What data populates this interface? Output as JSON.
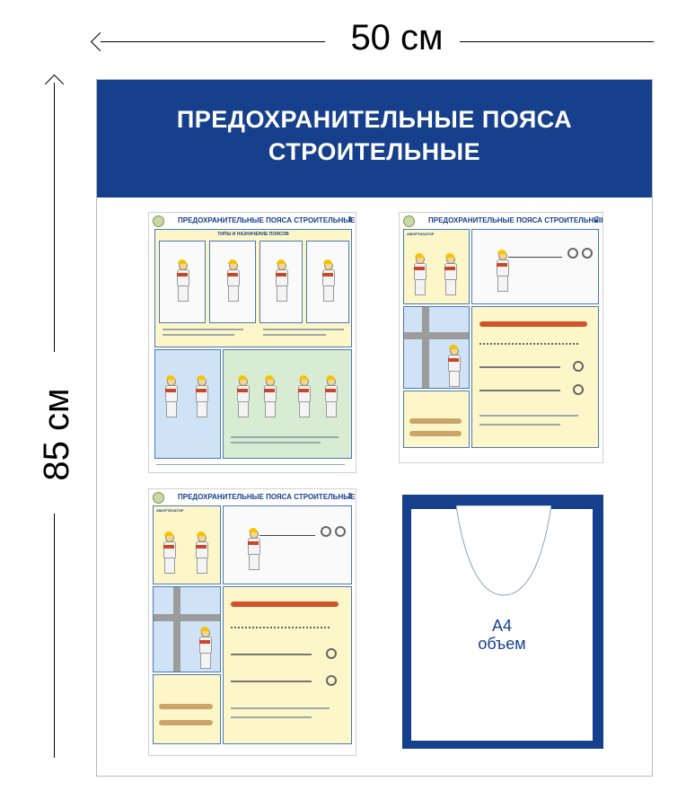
{
  "dimensions": {
    "width_label": "50 см",
    "height_label": "85 см"
  },
  "stand": {
    "title_line1": "ПРЕДОХРАНИТЕЛЬНЫЕ ПОЯСА",
    "title_line2": "СТРОИТЕЛЬНЫЕ",
    "header_color": "#16408b"
  },
  "posters": [
    {
      "title": "ПРЕДОХРАНИТЕЛЬНЫЕ ПОЯСА СТРОИТЕЛЬНЫЕ",
      "number": "1",
      "section": "ТИПЫ И НАЗНАЧЕНИЕ ПОЯСОВ"
    },
    {
      "title": "ПРЕДОХРАНИТЕЛЬНЫЕ ПОЯСА СТРОИТЕЛЬНЫЕ",
      "number": "2",
      "section": "АМОРТИЗАТОР"
    },
    {
      "title": "ПРЕДОХРАНИТЕЛЬНЫЕ ПОЯСА СТРОИТЕЛЬНЫЕ",
      "number": "2",
      "section": "АМОРТИЗАТОР"
    }
  ],
  "pocket": {
    "label_line1": "А4",
    "label_line2": "объем"
  }
}
